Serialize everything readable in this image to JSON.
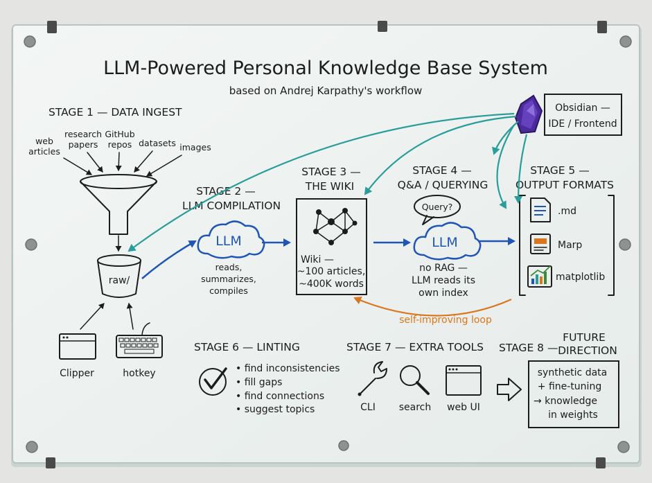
{
  "title": "LLM-Powered Personal Knowledge Base System",
  "subtitle": "based on Andrej Karpathy's workflow",
  "obsidian": {
    "line1": "Obsidian —",
    "line2": "IDE / Frontend"
  },
  "stage1": {
    "heading": "STAGE 1 — DATA INGEST",
    "sources": [
      {
        "lines": [
          "web",
          "articles"
        ]
      },
      {
        "lines": [
          "research",
          "papers"
        ]
      },
      {
        "lines": [
          "GitHub",
          "repos"
        ]
      },
      {
        "lines": [
          "datasets"
        ]
      },
      {
        "lines": [
          "images"
        ]
      }
    ],
    "raw": "raw/",
    "clipper": "Clipper",
    "hotkey": "hotkey"
  },
  "stage2": {
    "heading_l1": "STAGE 2 —",
    "heading_l2": "LLM COMPILATION",
    "llm": "LLM",
    "desc": [
      "reads,",
      "summarizes,",
      "compiles"
    ]
  },
  "stage3": {
    "heading_l1": "STAGE 3 —",
    "heading_l2": "THE WIKI",
    "desc": [
      "Wiki —",
      "~100 articles,",
      "~400K words"
    ]
  },
  "stage4": {
    "heading_l1": "STAGE 4 —",
    "heading_l2": "Q&A / QUERYING",
    "bubble": "Query?",
    "llm": "LLM",
    "desc": [
      "no RAG —",
      "LLM reads its",
      "own index"
    ]
  },
  "stage5": {
    "heading_l1": "STAGE 5 —",
    "heading_l2": "OUTPUT FORMATS",
    "formats": [
      ".md",
      "Marp",
      "matplotlib"
    ]
  },
  "loop_label": "self-improving loop",
  "stage6": {
    "heading": "STAGE 6 — LINTING",
    "items": [
      "• find inconsistencies",
      "• fill gaps",
      "• find connections",
      "• suggest topics"
    ]
  },
  "stage7": {
    "heading": "STAGE 7 — EXTRA TOOLS",
    "tools": [
      "CLI",
      "search",
      "web UI"
    ]
  },
  "stage8": {
    "heading_l1": "STAGE 8 —",
    "heading_l2a": "FUTURE",
    "heading_l2b": "DIRECTION",
    "lines": [
      "synthetic data",
      "+ fine-tuning",
      "→ knowledge",
      "in weights"
    ]
  },
  "colors": {
    "ink": "#1c1c1c",
    "blue": "#1f56b5",
    "teal": "#2a9d9a",
    "orange": "#d9771e",
    "obsidian": "#4b2a9c"
  }
}
